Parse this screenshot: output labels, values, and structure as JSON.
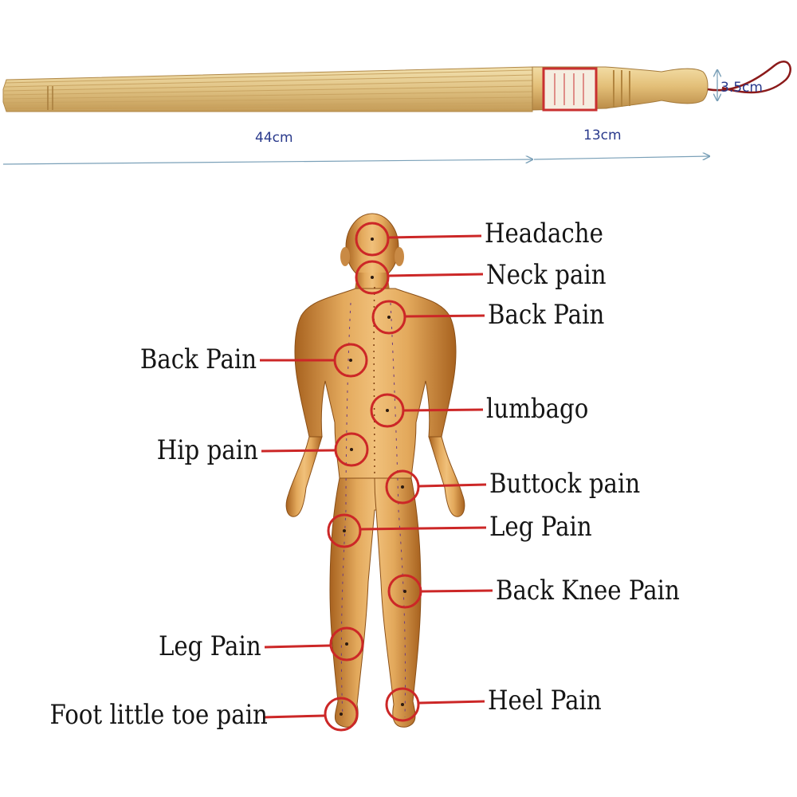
{
  "product": {
    "name": "bamboo-massage-stick",
    "dimensions": {
      "bristles_length": "44cm",
      "handle_length": "13cm",
      "handle_diameter": "3.5cm"
    }
  },
  "colors": {
    "marker": "#cc2727",
    "dimension_line": "#7aa0b8",
    "dimension_text": "#2a3a8c",
    "bamboo": "#e2c98c",
    "skin": "#d99a4a",
    "label_text": "#151515"
  },
  "body_diagram": {
    "view": "back",
    "points": [
      {
        "id": "headache",
        "label": "Headache",
        "side": "right"
      },
      {
        "id": "neck-pain",
        "label": "Neck pain",
        "side": "right"
      },
      {
        "id": "back-pain-right",
        "label": "Back Pain",
        "side": "right"
      },
      {
        "id": "back-pain-left",
        "label": "Back Pain",
        "side": "left"
      },
      {
        "id": "lumbago",
        "label": "lumbago",
        "side": "right"
      },
      {
        "id": "hip-pain",
        "label": "Hip pain",
        "side": "left"
      },
      {
        "id": "buttock-pain",
        "label": "Buttock pain",
        "side": "right"
      },
      {
        "id": "leg-pain-upper",
        "label": "Leg Pain",
        "side": "right"
      },
      {
        "id": "back-knee-pain",
        "label": "Back Knee Pain",
        "side": "right"
      },
      {
        "id": "leg-pain-lower",
        "label": "Leg Pain",
        "side": "left"
      },
      {
        "id": "heel-pain",
        "label": "Heel Pain",
        "side": "right"
      },
      {
        "id": "foot-little-toe-pain",
        "label": "Foot little toe pain",
        "side": "left"
      }
    ]
  }
}
